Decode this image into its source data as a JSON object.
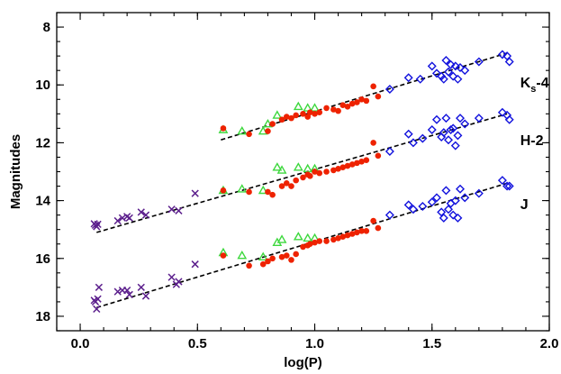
{
  "chart_data": {
    "type": "scatter",
    "xlabel": "log(P)",
    "ylabel": "Magnitudes",
    "xlim": [
      -0.1,
      2.0
    ],
    "ylim": [
      18.5,
      7.5
    ],
    "y_inverted": true,
    "x_ticks": [
      "0.0",
      "0.5",
      "1.0",
      "1.5",
      "2.0"
    ],
    "y_ticks": [
      "8",
      "10",
      "12",
      "14",
      "16",
      "18"
    ],
    "grid": false,
    "band_labels": [
      {
        "main": "K",
        "sub": "s",
        "tail": "-4",
        "x": 1.83,
        "y": 9.9
      },
      {
        "main": "H-2",
        "sub": "",
        "tail": "",
        "x": 1.83,
        "y": 11.9
      },
      {
        "main": "J",
        "sub": "",
        "tail": "",
        "x": 1.83,
        "y": 14.1
      }
    ],
    "marker_styles": {
      "purple-cross": {
        "shape": "x",
        "color": "#5b1e8c"
      },
      "green-triangle": {
        "shape": "triangle",
        "color": "#3ed83e"
      },
      "red-circle": {
        "shape": "circle",
        "color": "#ee2200"
      },
      "blue-diamond": {
        "shape": "diamond",
        "color": "#1111dd"
      }
    },
    "fits": [
      {
        "band": "Ks-4",
        "x": [
          0.6,
          1.82
        ],
        "y": [
          11.9,
          8.9
        ]
      },
      {
        "band": "H-2",
        "x": [
          0.07,
          1.82
        ],
        "y": [
          15.1,
          11.0
        ]
      },
      {
        "band": "J",
        "x": [
          0.07,
          1.82
        ],
        "y": [
          17.7,
          13.4
        ]
      }
    ],
    "series": [
      {
        "style": "purple-cross",
        "band": "H-2",
        "x": [
          0.06,
          0.065,
          0.07,
          0.075,
          0.16,
          0.18,
          0.2,
          0.21,
          0.26,
          0.28,
          0.39,
          0.42,
          0.49
        ],
        "y": [
          14.8,
          14.85,
          14.9,
          14.82,
          14.7,
          14.6,
          14.55,
          14.6,
          14.4,
          14.5,
          14.3,
          14.35,
          13.75
        ]
      },
      {
        "style": "purple-cross",
        "band": "J",
        "x": [
          0.06,
          0.065,
          0.07,
          0.075,
          0.08,
          0.16,
          0.18,
          0.2,
          0.21,
          0.26,
          0.28,
          0.39,
          0.41,
          0.42,
          0.49
        ],
        "y": [
          17.45,
          17.5,
          17.75,
          17.4,
          17.0,
          17.15,
          17.1,
          17.1,
          17.25,
          17.0,
          17.3,
          16.65,
          16.9,
          16.8,
          16.2
        ]
      },
      {
        "style": "green-triangle",
        "band": "Ks-4",
        "x": [
          0.61,
          0.69,
          0.78,
          0.8,
          0.84,
          0.93,
          0.97,
          1.0
        ],
        "y": [
          11.55,
          11.6,
          11.6,
          11.35,
          11.05,
          10.75,
          10.8,
          10.8
        ]
      },
      {
        "style": "green-triangle",
        "band": "H-2",
        "x": [
          0.61,
          0.69,
          0.78,
          0.84,
          0.86,
          0.93,
          0.97,
          1.0
        ],
        "y": [
          13.65,
          13.6,
          13.65,
          12.85,
          12.95,
          12.85,
          12.9,
          12.9
        ]
      },
      {
        "style": "green-triangle",
        "band": "J",
        "x": [
          0.61,
          0.69,
          0.78,
          0.84,
          0.86,
          0.93,
          0.97,
          1.0
        ],
        "y": [
          15.8,
          15.9,
          15.95,
          15.45,
          15.35,
          15.25,
          15.3,
          15.3
        ]
      },
      {
        "style": "red-circle",
        "band": "Ks-4",
        "x": [
          0.61,
          0.72,
          0.8,
          0.82,
          0.86,
          0.88,
          0.9,
          0.92,
          0.95,
          0.97,
          0.98,
          1.0,
          1.02,
          1.05,
          1.08,
          1.1,
          1.12,
          1.14,
          1.16,
          1.18,
          1.2,
          1.22,
          1.25,
          1.27
        ],
        "y": [
          11.5,
          11.7,
          11.6,
          11.35,
          11.2,
          11.1,
          11.15,
          11.05,
          11.0,
          11.1,
          10.95,
          11.0,
          10.95,
          10.8,
          10.85,
          10.9,
          10.7,
          10.75,
          10.65,
          10.6,
          10.5,
          10.55,
          10.05,
          10.4
        ]
      },
      {
        "style": "red-circle",
        "band": "H-2",
        "x": [
          0.61,
          0.72,
          0.8,
          0.82,
          0.86,
          0.88,
          0.9,
          0.92,
          0.95,
          0.97,
          0.98,
          1.0,
          1.02,
          1.05,
          1.08,
          1.1,
          1.12,
          1.14,
          1.16,
          1.18,
          1.2,
          1.22,
          1.25,
          1.27
        ],
        "y": [
          13.65,
          13.7,
          13.7,
          13.8,
          13.5,
          13.4,
          13.5,
          13.3,
          13.2,
          13.1,
          13.15,
          13.0,
          13.05,
          13.0,
          12.95,
          12.9,
          12.85,
          12.8,
          12.75,
          12.7,
          12.65,
          12.6,
          12.0,
          12.45
        ]
      },
      {
        "style": "red-circle",
        "band": "J",
        "x": [
          0.61,
          0.72,
          0.78,
          0.8,
          0.82,
          0.86,
          0.88,
          0.9,
          0.92,
          0.95,
          0.97,
          0.98,
          1.0,
          1.02,
          1.05,
          1.08,
          1.1,
          1.12,
          1.14,
          1.16,
          1.18,
          1.2,
          1.22,
          1.25,
          1.27
        ],
        "y": [
          15.9,
          16.25,
          16.2,
          16.1,
          16.0,
          15.95,
          15.9,
          16.05,
          15.85,
          15.6,
          15.55,
          15.5,
          15.45,
          15.4,
          15.4,
          15.35,
          15.3,
          15.25,
          15.2,
          15.15,
          15.1,
          15.05,
          15.05,
          14.7,
          14.95
        ]
      },
      {
        "style": "blue-diamond",
        "band": "Ks-4",
        "x": [
          1.32,
          1.4,
          1.45,
          1.5,
          1.52,
          1.54,
          1.55,
          1.56,
          1.57,
          1.58,
          1.59,
          1.6,
          1.61,
          1.62,
          1.64,
          1.7,
          1.8,
          1.82,
          1.83
        ],
        "y": [
          10.15,
          9.75,
          9.8,
          9.35,
          9.6,
          9.7,
          9.8,
          9.15,
          9.55,
          9.3,
          9.7,
          9.35,
          9.8,
          9.4,
          9.5,
          9.2,
          8.95,
          9.0,
          9.2
        ]
      },
      {
        "style": "blue-diamond",
        "band": "H-2",
        "x": [
          1.32,
          1.4,
          1.42,
          1.46,
          1.5,
          1.52,
          1.54,
          1.55,
          1.56,
          1.57,
          1.58,
          1.59,
          1.6,
          1.61,
          1.62,
          1.64,
          1.7,
          1.8,
          1.82,
          1.83
        ],
        "y": [
          12.3,
          11.7,
          12.0,
          11.85,
          11.55,
          11.2,
          11.8,
          11.65,
          11.15,
          11.9,
          11.55,
          11.5,
          12.1,
          11.75,
          11.15,
          11.35,
          11.15,
          10.95,
          11.05,
          11.2
        ]
      },
      {
        "style": "blue-diamond",
        "band": "J",
        "x": [
          1.32,
          1.4,
          1.42,
          1.46,
          1.5,
          1.52,
          1.54,
          1.55,
          1.56,
          1.57,
          1.58,
          1.59,
          1.6,
          1.61,
          1.62,
          1.64,
          1.7,
          1.8,
          1.82,
          1.83
        ],
        "y": [
          14.5,
          14.15,
          14.3,
          14.2,
          14.05,
          13.9,
          14.4,
          14.6,
          13.65,
          14.3,
          14.1,
          14.5,
          14.0,
          14.6,
          13.6,
          13.9,
          13.75,
          13.3,
          13.5,
          13.5
        ]
      }
    ]
  }
}
